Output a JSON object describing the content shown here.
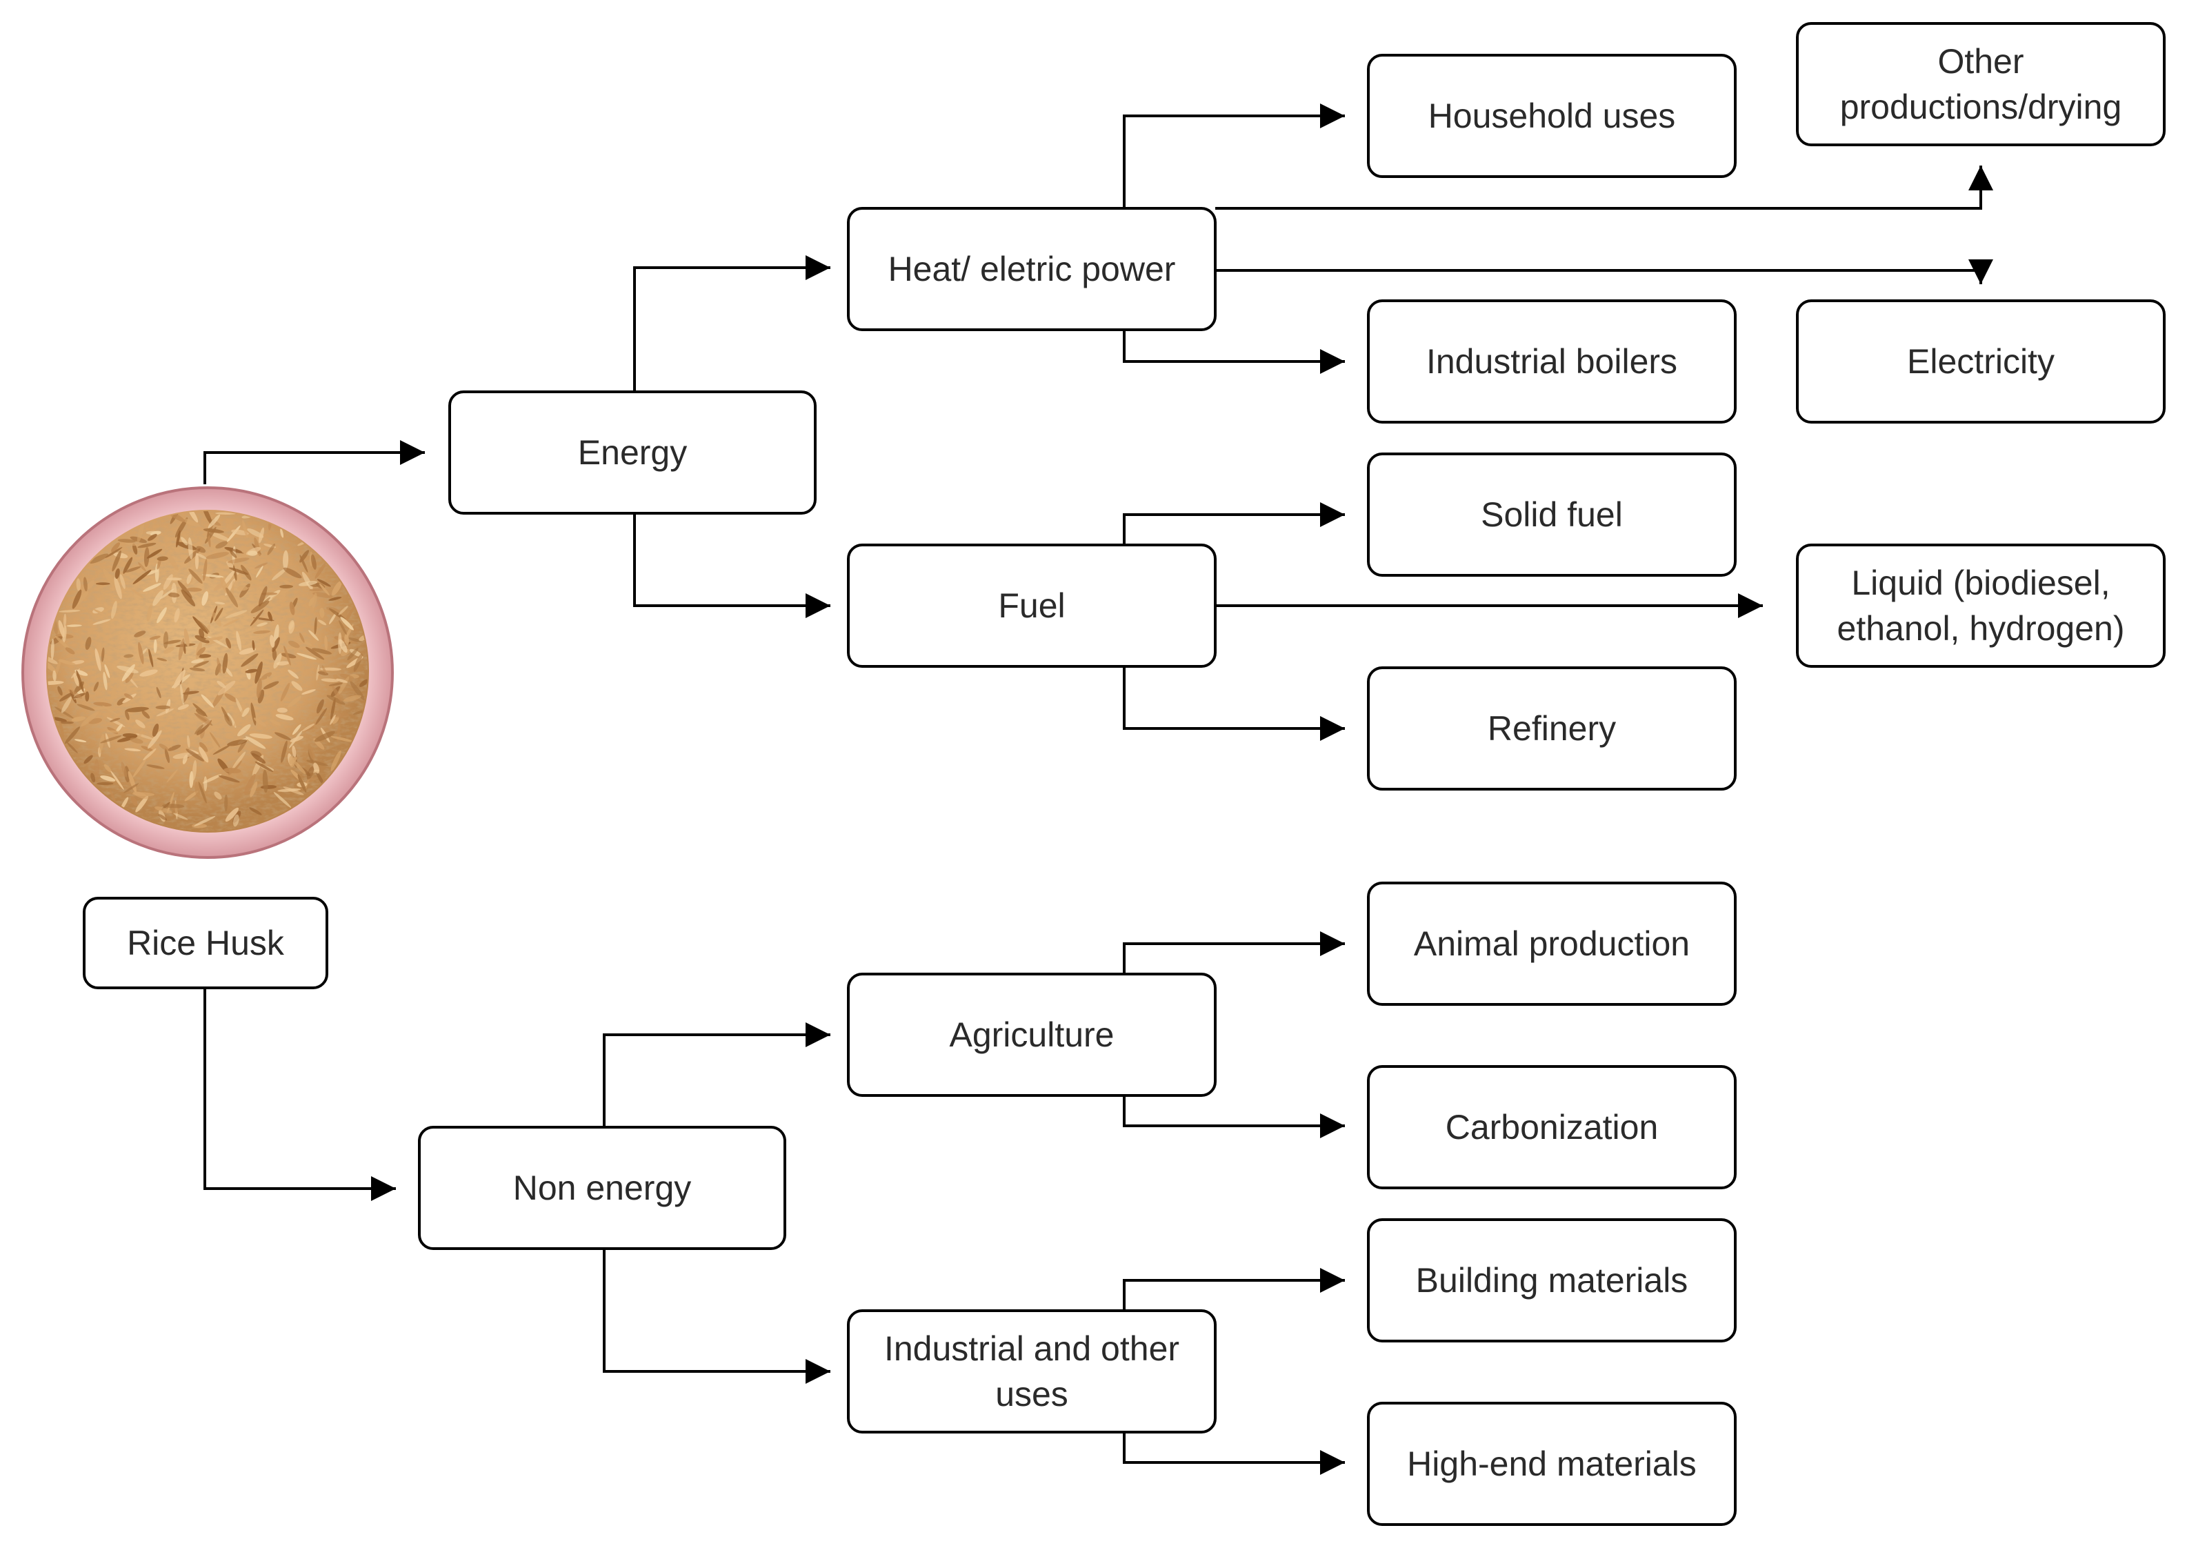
{
  "source": {
    "label": "Rice Husk"
  },
  "nodes": {
    "energy": "Energy",
    "non_energy": "Non energy",
    "heat_power": "Heat/ eletric power",
    "fuel": "Fuel",
    "agriculture": "Agriculture",
    "industrial": "Industrial and other uses",
    "household": "Household uses",
    "other_productions": "Other productions/drying",
    "industrial_boilers": "Industrial boilers",
    "electricity": "Electricity",
    "solid_fuel": "Solid fuel",
    "liquid": "Liquid (biodiesel, ethanol, hydrogen)",
    "refinery": "Refinery",
    "animal_production": "Animal production",
    "carbonization": "Carbonization",
    "building_materials": "Building materials",
    "high_end_materials": "High-end materials"
  },
  "edges": [
    {
      "from": "source",
      "to": "energy"
    },
    {
      "from": "source",
      "to": "non_energy"
    },
    {
      "from": "energy",
      "to": "heat_power"
    },
    {
      "from": "energy",
      "to": "fuel"
    },
    {
      "from": "heat_power",
      "to": "household"
    },
    {
      "from": "heat_power",
      "to": "other_productions"
    },
    {
      "from": "heat_power",
      "to": "electricity"
    },
    {
      "from": "heat_power",
      "to": "industrial_boilers"
    },
    {
      "from": "fuel",
      "to": "solid_fuel"
    },
    {
      "from": "fuel",
      "to": "liquid"
    },
    {
      "from": "fuel",
      "to": "refinery"
    },
    {
      "from": "non_energy",
      "to": "agriculture"
    },
    {
      "from": "non_energy",
      "to": "industrial"
    },
    {
      "from": "agriculture",
      "to": "animal_production"
    },
    {
      "from": "agriculture",
      "to": "carbonization"
    },
    {
      "from": "industrial",
      "to": "building_materials"
    },
    {
      "from": "industrial",
      "to": "high_end_materials"
    }
  ],
  "colors": {
    "line": "#000000",
    "text": "#2a2a2a",
    "plate_fill": "#f7d3d5",
    "plate_rim": "#c68289",
    "husk_base": "#d7a56b",
    "husk_dark": "#a9743f",
    "husk_light": "#ecc592"
  }
}
